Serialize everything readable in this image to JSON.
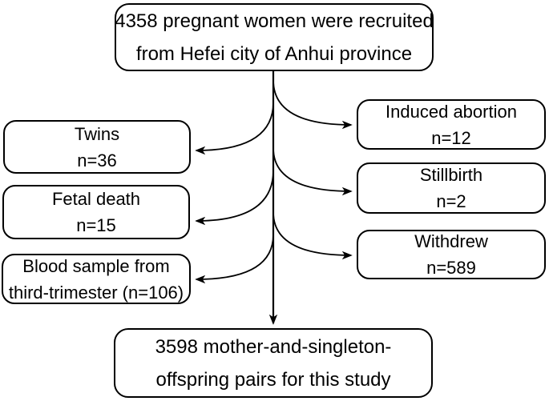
{
  "figure": {
    "type": "flowchart",
    "background_color": "#ffffff",
    "line_color": "#000000",
    "text_color": "#000000"
  },
  "boxes": {
    "recruited": {
      "lines": [
        "4358 pregnant women were recruited",
        "from Hefei city of Anhui province"
      ]
    },
    "twins": {
      "lines": [
        "Twins",
        "n=36"
      ]
    },
    "induced_abortion": {
      "lines": [
        "Induced abortion",
        "n=12"
      ]
    },
    "fetal_death": {
      "lines": [
        "Fetal death",
        "n=15"
      ]
    },
    "stillbirth": {
      "lines": [
        "Stillbirth",
        "n=2"
      ]
    },
    "blood_sample": {
      "lines": [
        "Blood sample from",
        "third-trimester (n=106)"
      ]
    },
    "withdrew": {
      "lines": [
        "Withdrew",
        "n=589"
      ]
    },
    "final": {
      "lines": [
        "3598 mother-and-singleton-",
        "offspring pairs for this study"
      ]
    }
  }
}
